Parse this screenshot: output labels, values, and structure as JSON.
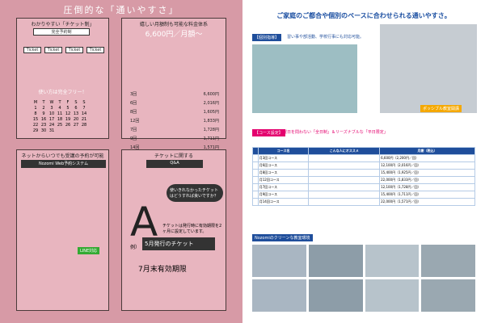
{
  "left": {
    "title": "圧倒的な「通いやすさ」",
    "ticket_sec": {
      "heading": "わかりやすい「チケット制」",
      "sub": "完全予約制",
      "ticket": "Ticket",
      "freeuse": "使い方は完全フリー！"
    },
    "monthly": {
      "heading": "嬉しい月額制も可能な料金体系",
      "price": "6,600円／月額～"
    },
    "prices": [
      {
        "count": "3回",
        "price": "6,600円"
      },
      {
        "count": "6回",
        "price": "2,016円"
      },
      {
        "count": "8回",
        "price": "1,605円"
      },
      {
        "count": "12回",
        "price": "1,833円"
      },
      {
        "count": "7回",
        "price": "1,728円"
      },
      {
        "count": "9回",
        "price": "1,711円"
      },
      {
        "count": "14回",
        "price": "1,571円"
      }
    ],
    "calendar": {
      "days": [
        "M",
        "T",
        "W",
        "T",
        "F",
        "S",
        "S"
      ],
      "rows": [
        [
          "1",
          "2",
          "3",
          "4",
          "5",
          "6",
          "7"
        ],
        [
          "8",
          "9",
          "10",
          "11",
          "12",
          "13",
          "14"
        ],
        [
          "15",
          "16",
          "17",
          "18",
          "19",
          "20",
          "21"
        ],
        [
          "22",
          "23",
          "24",
          "25",
          "26",
          "27",
          "28"
        ],
        [
          "29",
          "30",
          "31",
          "",
          "",
          "",
          ""
        ]
      ]
    },
    "web": {
      "heading": "ネットからいつでも受講の予約が可能",
      "title": "Nozomi Web予約システム"
    },
    "qa": {
      "heading": "チケットに関する",
      "title": "Q&A",
      "bubble": "使いきれなかったチケットはどうすれば良いですか？",
      "answer": "チケットは発行時に有効期限を2ヶ月に設定しています。",
      "ex_label": "例）",
      "ticket_issue": "5月発行",
      "ticket_suffix": "のチケット",
      "expiry": "7月末有効期限"
    },
    "line_btn": "LINE対応"
  },
  "right": {
    "headline": "ご家庭のご都合や個別のペースに合わせられる通いやすさ。",
    "features_tag": "【個別指導】",
    "features_title": "習い事や部活動、学校行事にも対応可能。",
    "campaign": "ポッシブル教室開講",
    "course_tag": "【コース設定】",
    "course_title": "曜日を問わない「全日制」＆リーズナブルな「平日限定」",
    "table_head": [
      "",
      "コース名",
      "こんな人にオススメ",
      "月謝（税込）"
    ],
    "courses": [
      {
        "name": "月3回コース",
        "price": "6,600円（2,200円／回）"
      },
      {
        "name": "月6回コース",
        "price": "12,100円（2,016円／回）"
      },
      {
        "name": "月8回コース",
        "price": "15,400円（1,925円／回）"
      },
      {
        "name": "月12回コース",
        "price": "22,000円（1,833円／回）"
      },
      {
        "name": "月7回コース",
        "price": "12,100円（1,728円／回）"
      },
      {
        "name": "月9回コース",
        "price": "15,400円（1,711円／回）"
      },
      {
        "name": "月14回コース",
        "price": "22,000円（1,571円／回）"
      }
    ],
    "gallery_title": "Nozomiのクリーンな教室環境"
  }
}
